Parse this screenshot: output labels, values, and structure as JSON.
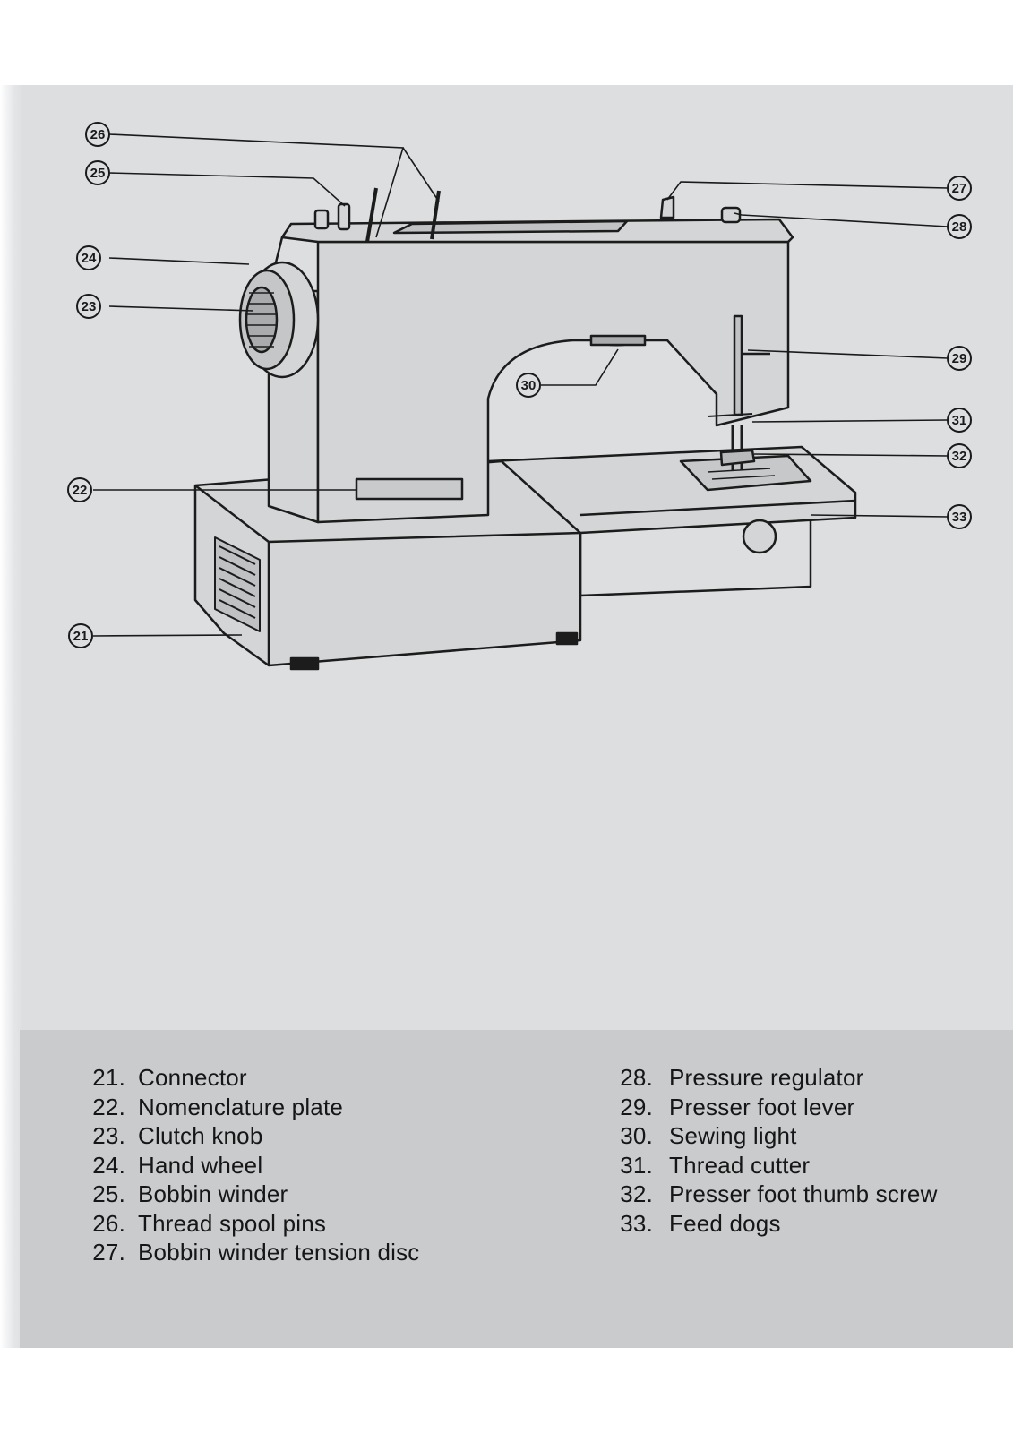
{
  "callouts": [
    {
      "id": "26",
      "label": "26"
    },
    {
      "id": "25",
      "label": "25"
    },
    {
      "id": "24",
      "label": "24"
    },
    {
      "id": "23",
      "label": "23"
    },
    {
      "id": "22",
      "label": "22"
    },
    {
      "id": "21",
      "label": "21"
    },
    {
      "id": "27",
      "label": "27"
    },
    {
      "id": "28",
      "label": "28"
    },
    {
      "id": "29",
      "label": "29"
    },
    {
      "id": "30",
      "label": "30"
    },
    {
      "id": "31",
      "label": "31"
    },
    {
      "id": "32",
      "label": "32"
    },
    {
      "id": "33",
      "label": "33"
    }
  ],
  "legend": {
    "left": [
      {
        "num": "21.",
        "text": "Connector"
      },
      {
        "num": "22.",
        "text": "Nomenclature plate"
      },
      {
        "num": "23.",
        "text": "Clutch knob"
      },
      {
        "num": "24.",
        "text": "Hand wheel"
      },
      {
        "num": "25.",
        "text": "Bobbin winder"
      },
      {
        "num": "26.",
        "text": "Thread spool pins"
      },
      {
        "num": "27.",
        "text": "Bobbin winder tension disc"
      }
    ],
    "right": [
      {
        "num": "28.",
        "text": "Pressure regulator"
      },
      {
        "num": "29.",
        "text": "Presser foot lever"
      },
      {
        "num": "30.",
        "text": "Sewing light"
      },
      {
        "num": "31.",
        "text": "Thread cutter"
      },
      {
        "num": "32.",
        "text": "Presser foot thumb screw"
      },
      {
        "num": "33.",
        "text": "Feed dogs"
      }
    ]
  },
  "colors": {
    "page": "#dcdee0",
    "legend_band": "#c9cbcd",
    "ink": "#161616",
    "machine_body": "#d3d5d6"
  }
}
